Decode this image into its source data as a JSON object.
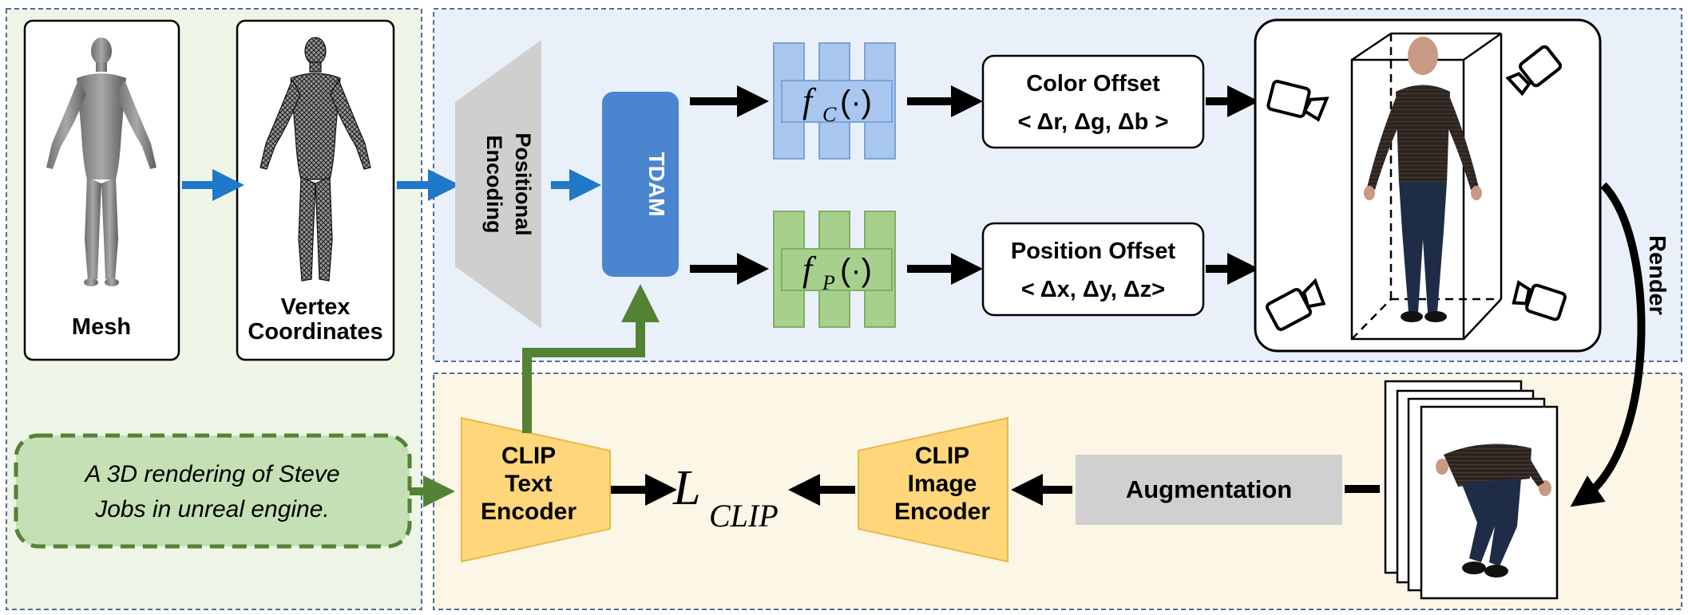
{
  "labels": {
    "mesh": "Mesh",
    "vertex_coordinates_1": "Vertex",
    "vertex_coordinates_2": "Coordinates",
    "positional_encoding_1": "Positional",
    "positional_encoding_2": "Encoding",
    "tdam": "TDAM",
    "f_c": "f",
    "f_c_sub": "C",
    "f_c_arg": "(·)",
    "f_p": "f",
    "f_p_sub": "P",
    "f_p_arg": "(·)",
    "color_offset_title": "Color Offset",
    "color_offset_formula": "< Δr, Δg, Δb >",
    "position_offset_title": "Position Offset",
    "position_offset_formula": "< Δx, Δy, Δz>",
    "render": "Render",
    "text_prompt_1": "A 3D rendering of Steve",
    "text_prompt_2": "Jobs in unreal engine.",
    "clip_text_encoder_1": "CLIP",
    "clip_text_encoder_2": "Text",
    "clip_text_encoder_3": "Encoder",
    "loss": "L",
    "loss_sub": "CLIP",
    "clip_image_encoder_1": "CLIP",
    "clip_image_encoder_2": "Image",
    "clip_image_encoder_3": "Encoder",
    "augmentation": "Augmentation"
  },
  "colors": {
    "green_panel": "#eef5e6",
    "blue_panel": "#eaf0fa",
    "yellow_panel": "#fbf6e6",
    "blue_arrow": "#1f78c8",
    "green_arrow": "#548235",
    "tdam_blue": "#4a86d0",
    "mlp_blue": "#a9c6ee",
    "mlp_green": "#a8d08d",
    "clip_yellow": "#ffd77a",
    "augmentation_gray": "#d0d0d0",
    "prompt_green": "#c5e0b4"
  }
}
